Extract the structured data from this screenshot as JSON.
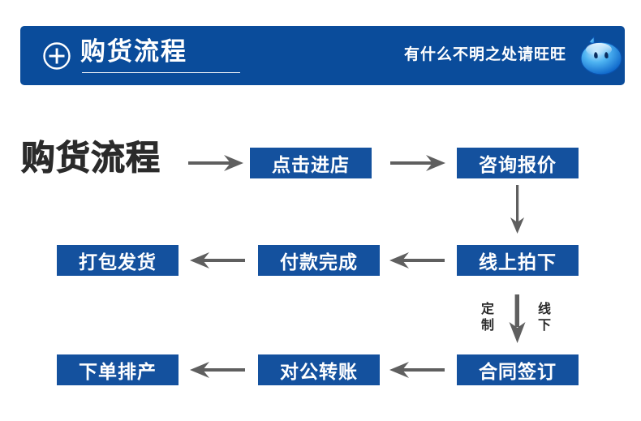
{
  "header": {
    "icon": "plus-circle-icon",
    "title": "购货流程",
    "hint_text": "有什么不明之处请旺旺",
    "mascot_icon": "wangwang-chat-icon",
    "bar_color": "#0a4c9b",
    "text_color": "#ffffff"
  },
  "flow": {
    "title": "购货流程",
    "title_color": "#2b2b2b",
    "node_color": "#14519e",
    "node_text_color": "#ffffff",
    "arrow_color": "#5f5f5f",
    "rows": [
      {
        "direction": "right",
        "nodes": [
          {
            "label": "点击进店"
          },
          {
            "label": "咨询报价"
          }
        ]
      },
      {
        "direction": "left",
        "nodes": [
          {
            "label": "打包发货"
          },
          {
            "label": "付款完成"
          },
          {
            "label": "线上拍下"
          }
        ]
      },
      {
        "direction": "left",
        "nodes": [
          {
            "label": "下单排产"
          },
          {
            "label": "对公转账"
          },
          {
            "label": "合同签订"
          }
        ]
      }
    ],
    "connectors": {
      "top_down_arrow": "arrow-down-icon",
      "bottom_down_arrow": "arrow-down-icon",
      "left_label": "定制",
      "right_label": "线下"
    }
  }
}
